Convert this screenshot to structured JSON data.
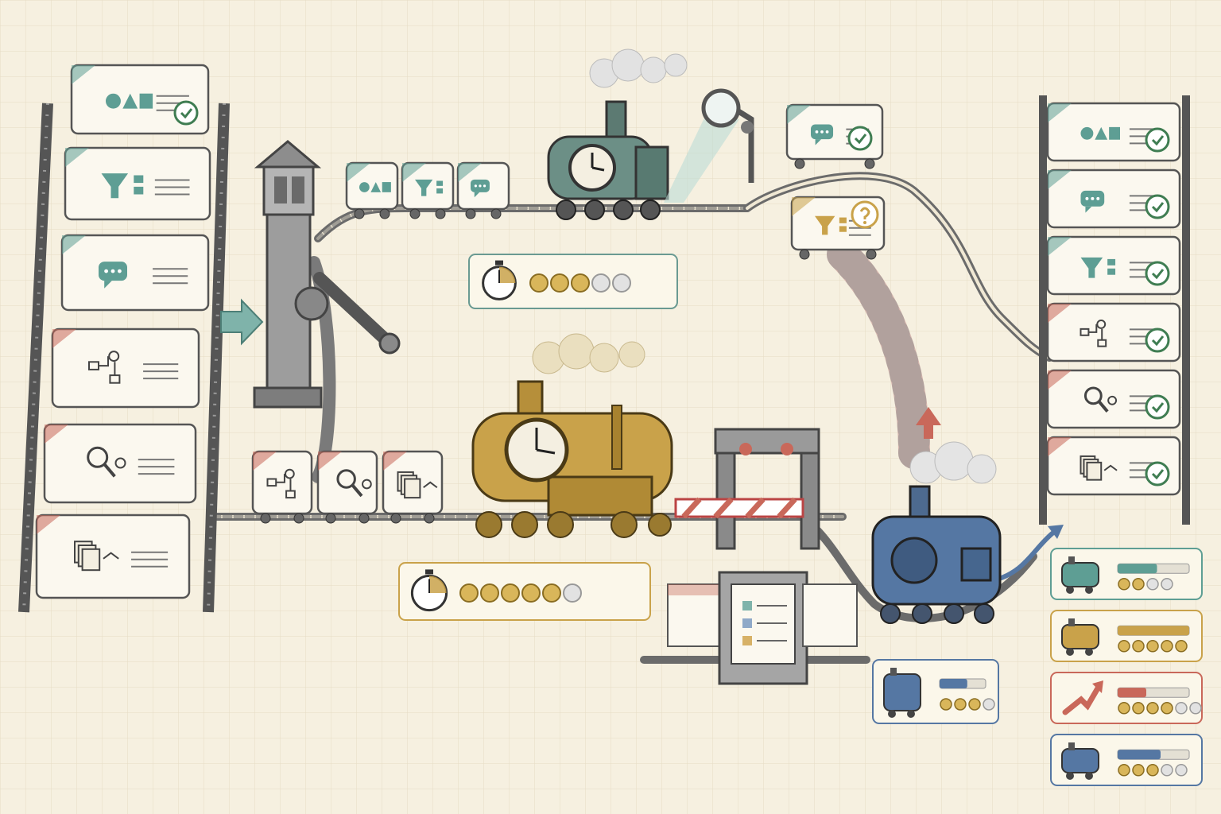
{
  "colors": {
    "paper": "#f6f0e0",
    "ink": "#4a4a4a",
    "teal": "#5e9e94",
    "red": "#c9685a",
    "gold": "#c9a24a",
    "blue": "#5577a3",
    "green_check": "#3f7d52",
    "track": "#6b6b6b"
  },
  "intake_stack": [
    {
      "accent": "teal",
      "icon": "shapes-icon",
      "checked": true
    },
    {
      "accent": "teal",
      "icon": "filter-icon",
      "checked": false
    },
    {
      "accent": "teal",
      "icon": "chat-icon",
      "checked": false
    },
    {
      "accent": "red",
      "icon": "flowchart-icon",
      "checked": false
    },
    {
      "accent": "red",
      "icon": "magnifier-icon",
      "checked": false
    },
    {
      "accent": "red",
      "icon": "stacked-docs-icon",
      "checked": false
    }
  ],
  "fast_train": {
    "wagons": [
      {
        "accent": "teal",
        "icon": "shapes-icon"
      },
      {
        "accent": "teal",
        "icon": "filter-icon"
      },
      {
        "accent": "teal",
        "icon": "chat-icon"
      }
    ],
    "stats": {
      "time_fraction": 0.25,
      "coins_filled": 3,
      "coins_total": 5
    }
  },
  "heavy_train": {
    "wagons": [
      {
        "accent": "red",
        "icon": "flowchart-icon"
      },
      {
        "accent": "red",
        "icon": "magnifier-icon"
      },
      {
        "accent": "red",
        "icon": "stacked-docs-icon"
      }
    ],
    "stats": {
      "time_fraction": 0.25,
      "coins_filled": 5,
      "coins_total": 6
    }
  },
  "inspection": [
    {
      "accent": "teal",
      "icon": "chat-icon",
      "status": "check-icon"
    },
    {
      "accent": "gold",
      "icon": "filter-icon",
      "status": "question-icon"
    }
  ],
  "blue_train": {
    "stats": {
      "bar_fraction": 0.6,
      "coins_filled": 3,
      "coins_total": 4
    }
  },
  "output_stack": [
    {
      "accent": "teal",
      "icon": "shapes-icon"
    },
    {
      "accent": "teal",
      "icon": "chat-icon"
    },
    {
      "accent": "teal",
      "icon": "filter-icon"
    },
    {
      "accent": "red",
      "icon": "flowchart-icon"
    },
    {
      "accent": "red",
      "icon": "magnifier-icon"
    },
    {
      "accent": "red",
      "icon": "stacked-docs-icon"
    }
  ],
  "legend": [
    {
      "engine": "teal-engine-icon",
      "color": "teal",
      "bar_fraction": 0.55,
      "coins_filled": 2,
      "coins_total": 4
    },
    {
      "engine": "gold-engine-icon",
      "color": "gold",
      "bar_fraction": 1.0,
      "coins_filled": 5,
      "coins_total": 5
    },
    {
      "engine": "escalate-arrow-icon",
      "color": "red",
      "bar_fraction": 0.4,
      "coins_filled": 4,
      "coins_total": 6
    },
    {
      "engine": "blue-engine-icon",
      "color": "blue",
      "bar_fraction": 0.6,
      "coins_filled": 3,
      "coins_total": 5
    }
  ]
}
